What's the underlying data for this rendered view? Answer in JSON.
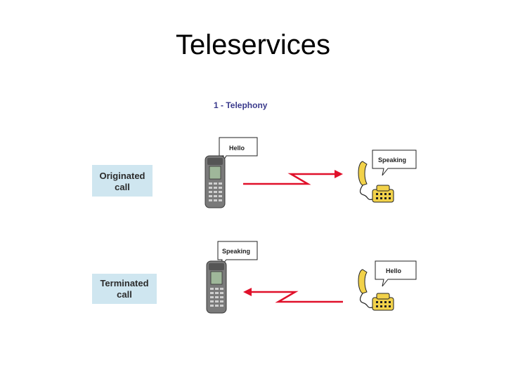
{
  "title": "Teleservices",
  "section": "1 - Telephony",
  "colors": {
    "signal": "#e0102a",
    "box_fill": "#cfe6f0",
    "phone_yellow": "#f2d24a",
    "heading": "#3a3a8c"
  },
  "originated": {
    "label_line1": "Originated",
    "label_line2": "call",
    "mobile_bubble": "Hello",
    "fixed_bubble": "Speaking"
  },
  "terminated": {
    "label_line1": "Terminated",
    "label_line2": "call",
    "mobile_bubble": "Speaking",
    "fixed_bubble": "Hello"
  },
  "icons": [
    "mobile-phone-icon",
    "desk-telephone-icon"
  ]
}
